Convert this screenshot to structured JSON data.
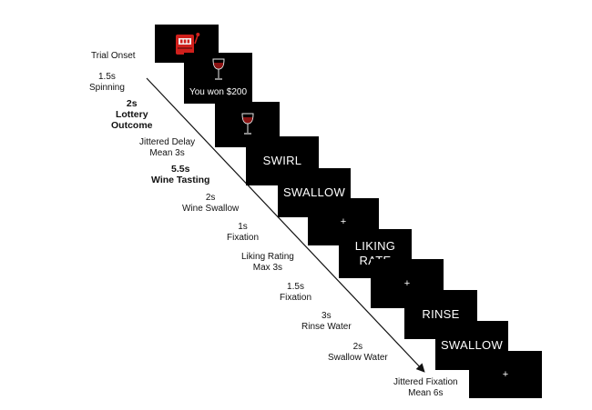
{
  "trial_onset": "Trial Onset",
  "stages": [
    {
      "lines": [
        "1.5s",
        "Spinning"
      ],
      "bold": false
    },
    {
      "lines": [
        "2s",
        "Lottery",
        "Outcome"
      ],
      "bold": true
    },
    {
      "lines": [
        "Jittered Delay",
        "Mean 3s"
      ],
      "bold": false
    },
    {
      "lines": [
        "5.5s",
        "Wine Tasting"
      ],
      "bold": true
    },
    {
      "lines": [
        "2s",
        "Wine Swallow"
      ],
      "bold": false
    },
    {
      "lines": [
        "1s",
        "Fixation"
      ],
      "bold": false
    },
    {
      "lines": [
        "Liking Rating",
        "Max 3s"
      ],
      "bold": false
    },
    {
      "lines": [
        "1.5s",
        "Fixation"
      ],
      "bold": false
    },
    {
      "lines": [
        "3s",
        "Rinse Water"
      ],
      "bold": false
    },
    {
      "lines": [
        "2s",
        "Swallow Water"
      ],
      "bold": false
    },
    {
      "lines": [
        "Jittered Fixation",
        "Mean 6s"
      ],
      "bold": false
    }
  ],
  "screens": {
    "slot_machine": {
      "icon": "slot-machine-icon"
    },
    "lottery": {
      "text": "You won $200",
      "icon": "wine-glass-icon"
    },
    "delay": {
      "icon": "wine-glass-icon"
    },
    "swirl": {
      "text": "SWIRL"
    },
    "swallow": {
      "text": "SWALLOW"
    },
    "fixation_1": {
      "text": "+"
    },
    "liking": {
      "line1": "LIKING",
      "line2": "RATE"
    },
    "fixation_2": {
      "text": "+"
    },
    "rinse": {
      "text": "RINSE"
    },
    "swallow_water": {
      "text": "SWALLOW"
    },
    "fixation_3": {
      "text": "+"
    }
  },
  "colors": {
    "screen_bg": "#000000",
    "screen_text": "#ffffff",
    "slot_red": "#d0201c",
    "wine_red": "#7a1010"
  }
}
